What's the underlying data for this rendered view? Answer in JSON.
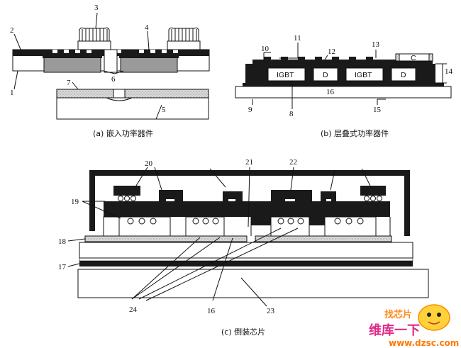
{
  "captions": {
    "a": "(a) 嵌入功率器件",
    "b": "(b) 层叠式功率器件",
    "c": "(c) 倒装芯片"
  },
  "numbers_a": [
    "1",
    "2",
    "3",
    "4",
    "5",
    "6",
    "7"
  ],
  "numbers_b": [
    "8",
    "9",
    "10",
    "11",
    "12",
    "13",
    "14",
    "15",
    "16"
  ],
  "numbers_c": [
    "16",
    "17",
    "18",
    "19",
    "20",
    "21",
    "22",
    "23",
    "24"
  ],
  "chip_labels_b": [
    "IGBT",
    "D",
    "IGBT",
    "D",
    "C"
  ],
  "watermark": {
    "badge": "找芯片",
    "site_cn": "维库一下",
    "url": "www.dzsc.com"
  }
}
